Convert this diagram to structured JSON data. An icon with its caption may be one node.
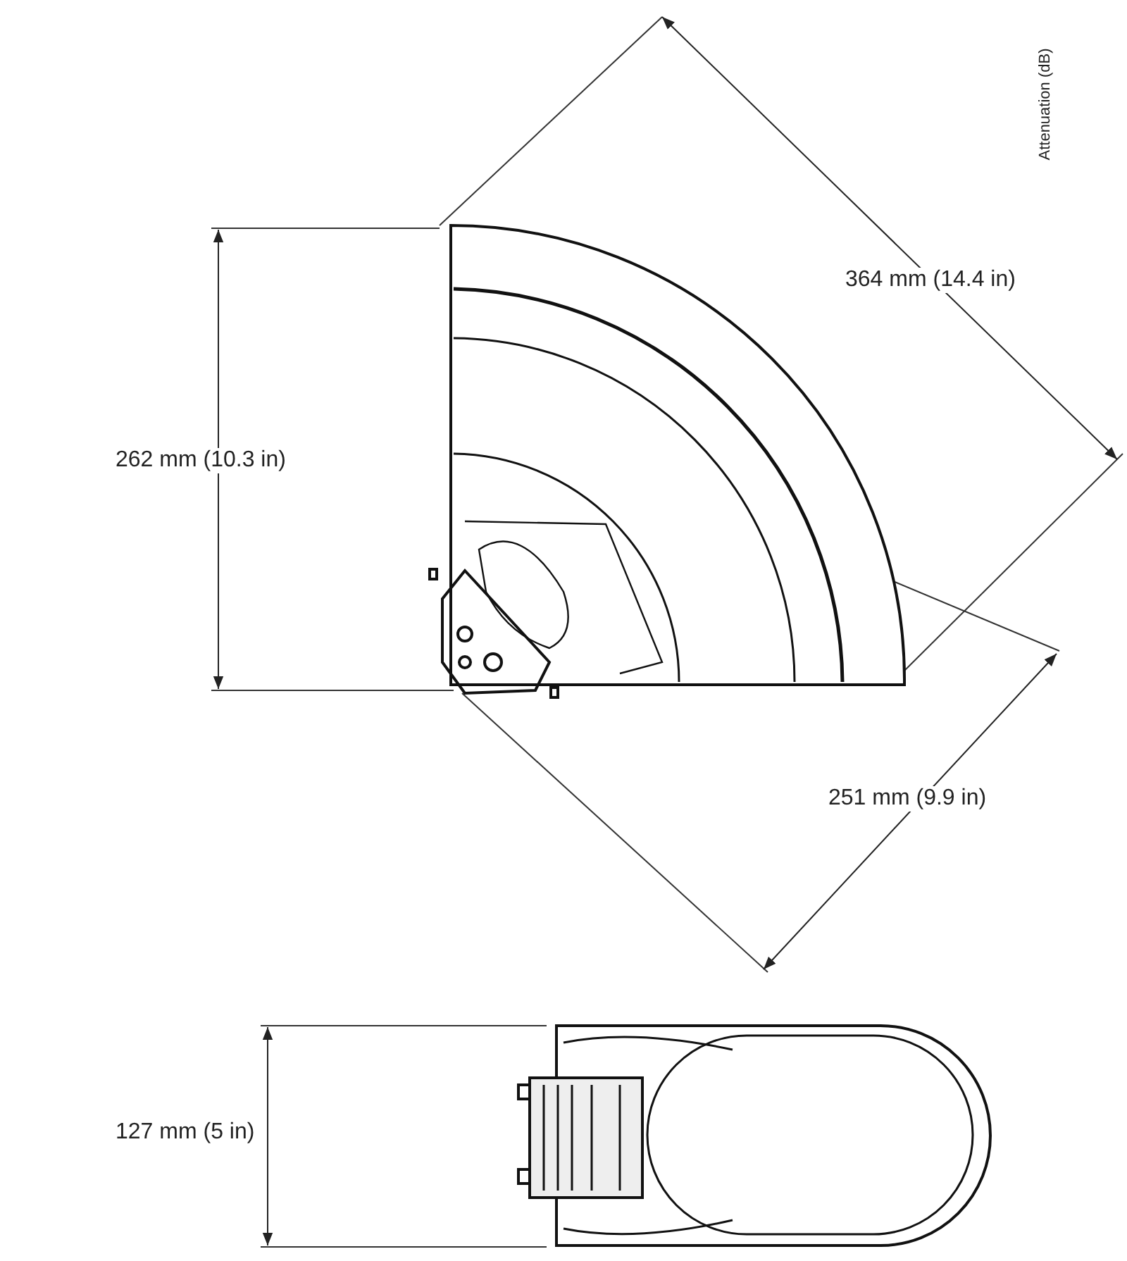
{
  "diagram": {
    "labels": [
      "Attenuation (dB)",
      "364 mm (14.4 in)",
      "262 mm (10.3 in)",
      "251 mm (9.9 in)",
      "127 mm (5 in)"
    ]
  }
}
